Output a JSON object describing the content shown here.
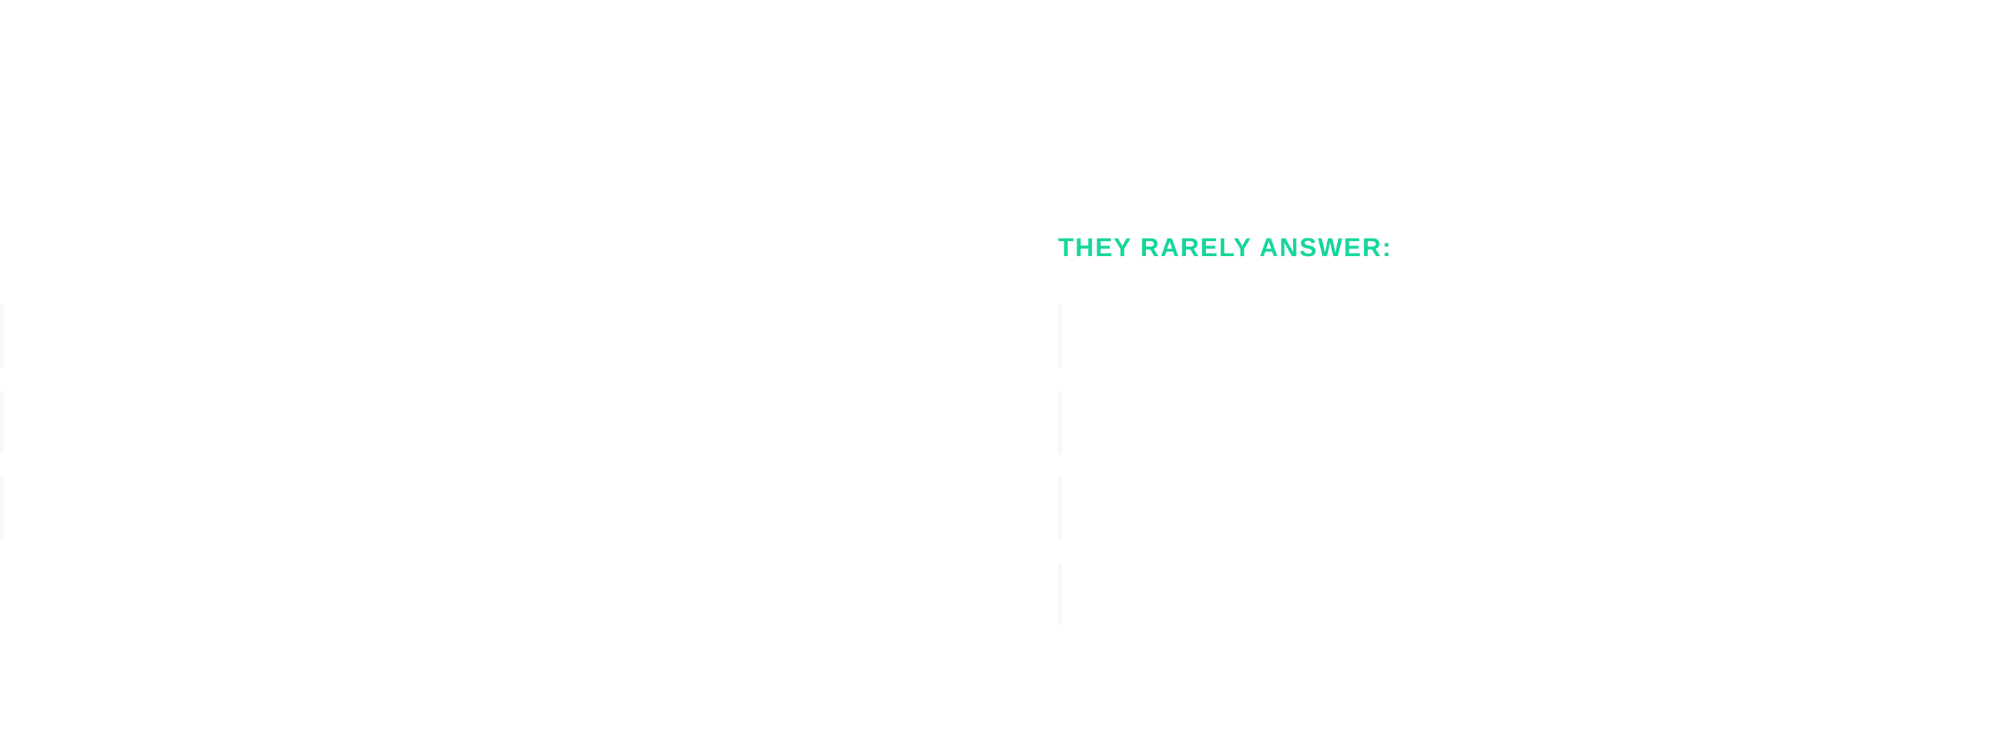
{
  "right_column": {
    "label": "THEY RARELY ANSWER:",
    "item_count": 4
  },
  "left_column": {
    "item_count": 3
  },
  "colors": {
    "accent": "#12d59a",
    "background": "#ffffff",
    "divider": "#f8f8f8"
  }
}
